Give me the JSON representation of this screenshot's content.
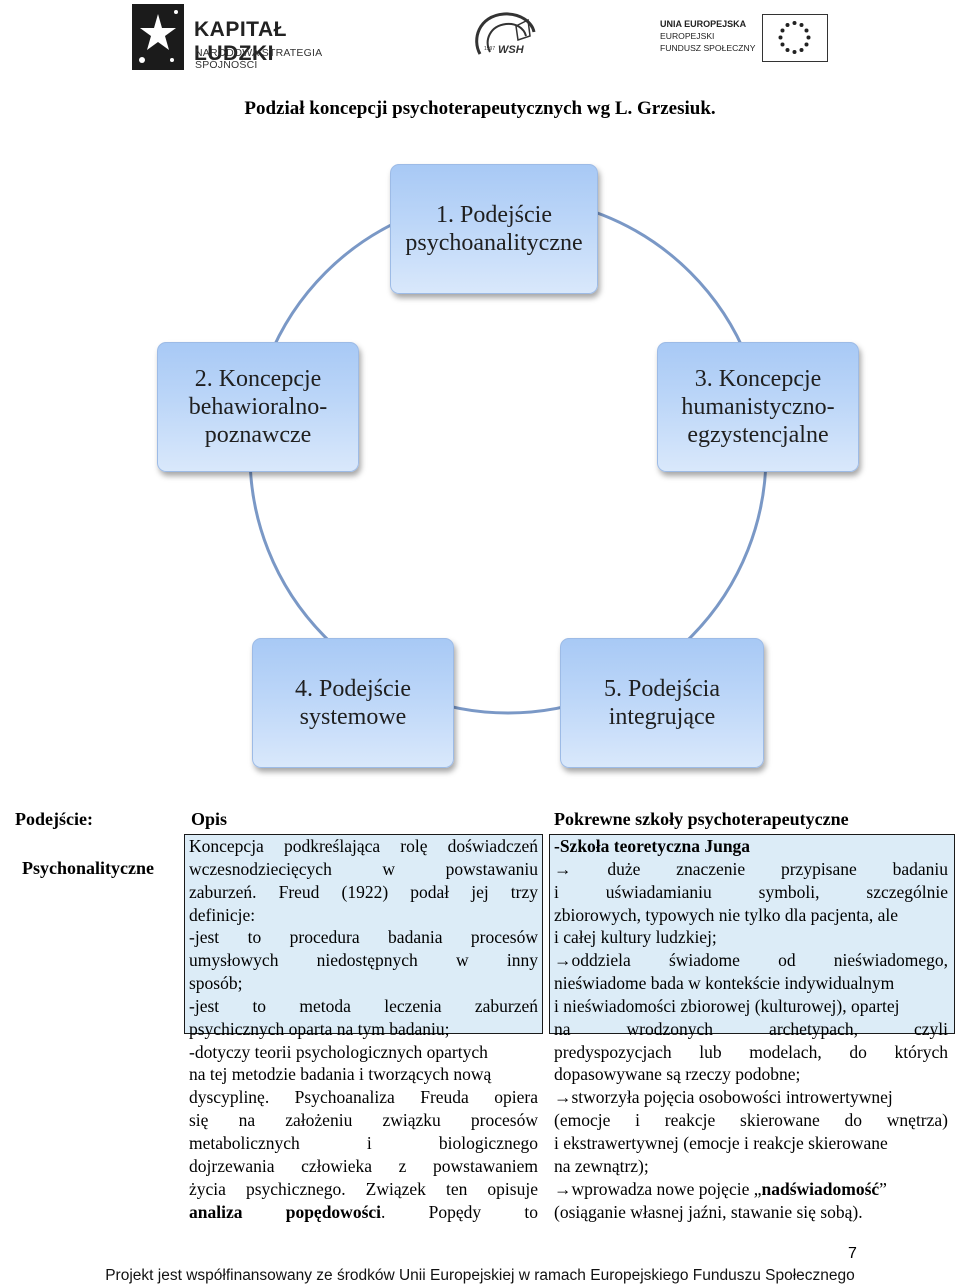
{
  "header": {
    "kapital_title": "KAPITAŁ LUDZKI",
    "kapital_subtitle": "NARODOWA STRATEGIA SPÓJNOŚCI",
    "wsh_label": "WSH",
    "wsh_year": "1997",
    "eu_line1": "UNIA EUROPEJSKA",
    "eu_line2": "EUROPEJSKI",
    "eu_line3": "FUNDUSZ SPOŁECZNY"
  },
  "title": "Podział koncepcji psychoterapeutycznych wg L. Grzesiuk.",
  "diagram": {
    "nodes": [
      "1. Podejście\npsychoanalityczne",
      "2. Koncepcje\nbehawioralno-\npoznawcze",
      "3. Koncepcje\nhumanistyczno-\negzystencjalne",
      "4. Podejście\nsystemowe",
      "5. Podejścia\nintegrujące"
    ]
  },
  "table": {
    "headers": [
      "Podejście:",
      "Opis",
      "Pokrewne szkoły psychoterapeutyczne"
    ],
    "row_label": "Psychonalityczne",
    "opis_lines": [
      "Koncepcja podkreślająca rolę doświadczeń",
      "wczesnodziecięcych w powstawaniu",
      "zaburzeń. Freud (1922) podał jej trzy",
      "definicje:",
      "-jest to procedura badania procesów",
      "umysłowych niedostępnych w inny",
      "sposób;",
      "-jest to metoda leczenia zaburzeń",
      "psychicznych oparta na tym badaniu;",
      "-dotyczy teorii psychologicznych opartych",
      "na tej metodzie badania i tworzących nową",
      "dyscyplinę. Psychoanaliza Freuda opiera",
      "się na założeniu związku procesów",
      "metabolicznych i biologicznego",
      "dojrzewania człowieka z powstawaniem",
      "życia psychicznego. Związek ten opisuje"
    ],
    "opis_last": {
      "bold": "analiza popędowości",
      "rest": ". Popędy to"
    },
    "schools": {
      "school_heading": "-Szkoła teoretyczna Junga",
      "lines": [
        "→ duże znaczenie przypisane badaniu",
        "i uświadamianiu symboli, szczególnie",
        "zbiorowych, typowych nie tylko dla pacjenta, ale",
        "i całej kultury ludzkiej;",
        "→oddziela świadome od nieświadomego,",
        "nieświadome bada w kontekście indywidualnym",
        "i nieświadomości zbiorowej (kulturowej), opartej",
        "na wrodzonych archetypach, czyli",
        "predyspozycjach lub modelach, do których",
        "dopasowywane są rzeczy podobne;",
        "→stworzyła pojęcia osobowości introwertywnej",
        "(emocje i reakcje skierowane do wnętrza)",
        "i ekstrawertywnej (emocje i reakcje skierowane",
        "na zewnątrz);"
      ],
      "last_line_pre": "→wprowadza nowe pojęcie „",
      "last_line_bold": "nadświadomość",
      "last_line_post": "”",
      "final_line": "(osiąganie własnej jaźni, stawanie się sobą)."
    }
  },
  "page_number": "7",
  "footer": "Projekt jest współfinansowany ze środków Unii Europejskiej w ramach Europejskiego Funduszu Społecznego",
  "colors": {
    "node_fill_top": "#a8c9f5",
    "node_fill_bottom": "#d9e8fb",
    "table_fill": "#dcecf7"
  }
}
